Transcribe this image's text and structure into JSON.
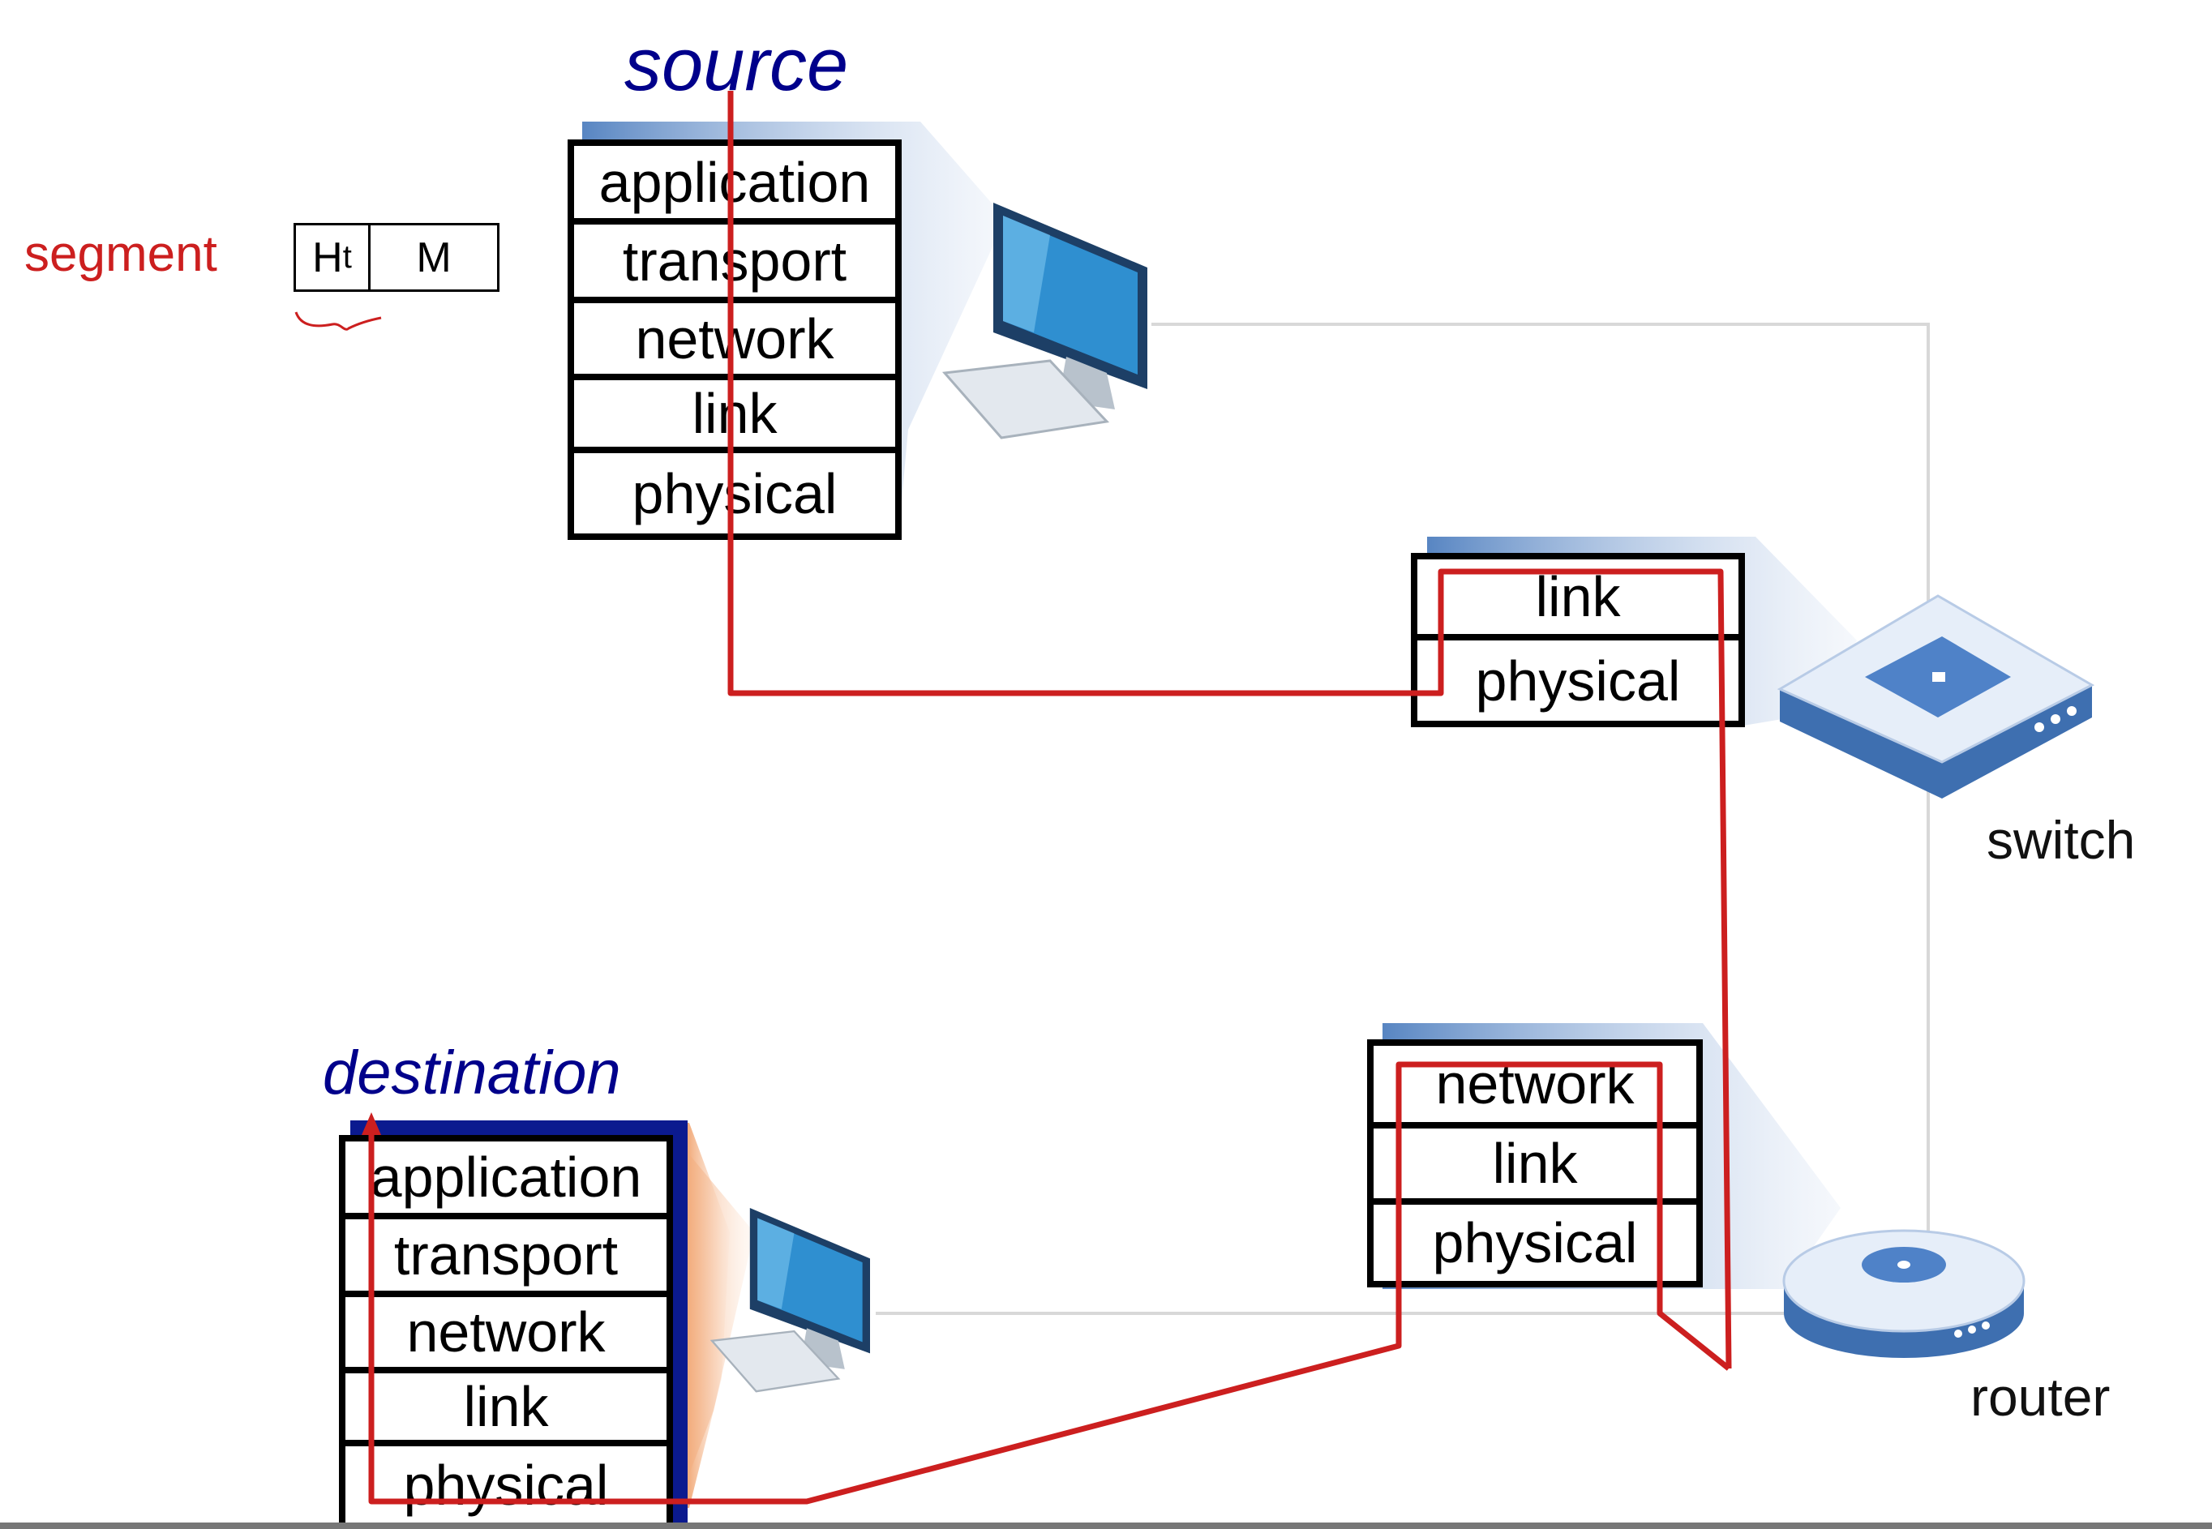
{
  "source_label": "source",
  "destination_label": "destination",
  "segment": {
    "label": "segment",
    "header": "H",
    "header_sub": "t",
    "message": "M"
  },
  "source_stack": [
    "application",
    "transport",
    "network",
    "link",
    "physical"
  ],
  "switch_stack": [
    "link",
    "physical"
  ],
  "router_stack": [
    "network",
    "link",
    "physical"
  ],
  "destination_stack": [
    "application",
    "transport",
    "network",
    "link",
    "physical"
  ],
  "devices": {
    "switch": "switch",
    "router": "router"
  },
  "colors": {
    "path_red": "#cc1f1f",
    "label_blue": "#00008b",
    "shadow_blue": "#5b87c4",
    "shadow_orange": "#f4b183"
  }
}
